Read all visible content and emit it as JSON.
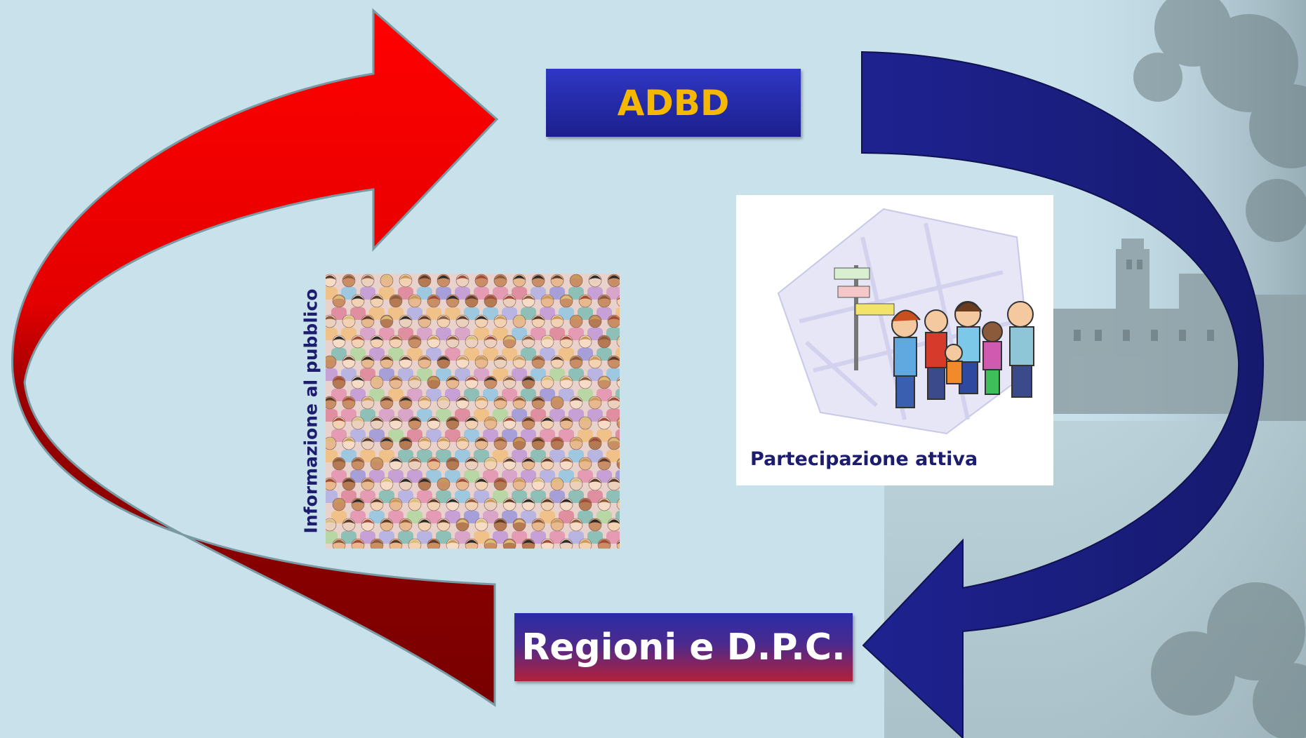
{
  "nodes": {
    "top": "ADBD",
    "bottom": "Regioni e D.P.C."
  },
  "labels": {
    "public_information": "Informazione al pubblico",
    "active_participation": "Partecipazione attiva"
  },
  "colors": {
    "background": "#c9e1eb",
    "red_arrow": "#e60000",
    "dark_red_arrow": "#7a0000",
    "blue_arrow": "#1b1f8c",
    "top_text": "#f5b800",
    "caption_text": "#1d1d6e"
  },
  "images": {
    "crowd": "crowd-illustration",
    "participation": "map-with-cartoon-group",
    "background": "riverside-town-photo"
  }
}
